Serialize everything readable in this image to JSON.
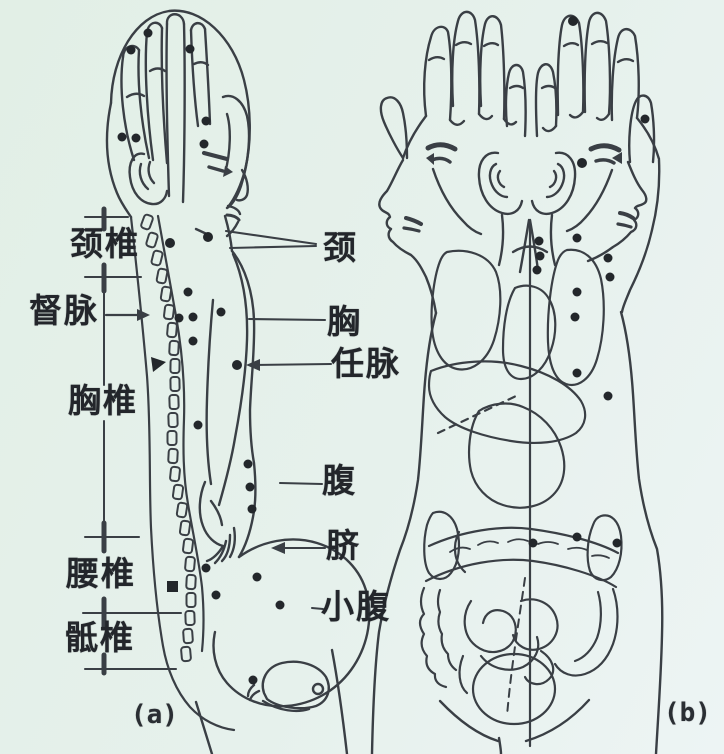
{
  "diagram": {
    "colors": {
      "background": "#e6f1ec",
      "ink": "#3a3f45",
      "label": "#23262b"
    },
    "panel_a": {
      "caption": "(a)",
      "spine_labels": [
        "颈椎",
        "督脉",
        "胸椎",
        "腰椎",
        "骶椎"
      ],
      "front_labels": [
        "颈",
        "胸",
        "任脉",
        "腹",
        "脐",
        "小腹"
      ]
    },
    "panel_b": {
      "caption": "(b)"
    }
  }
}
